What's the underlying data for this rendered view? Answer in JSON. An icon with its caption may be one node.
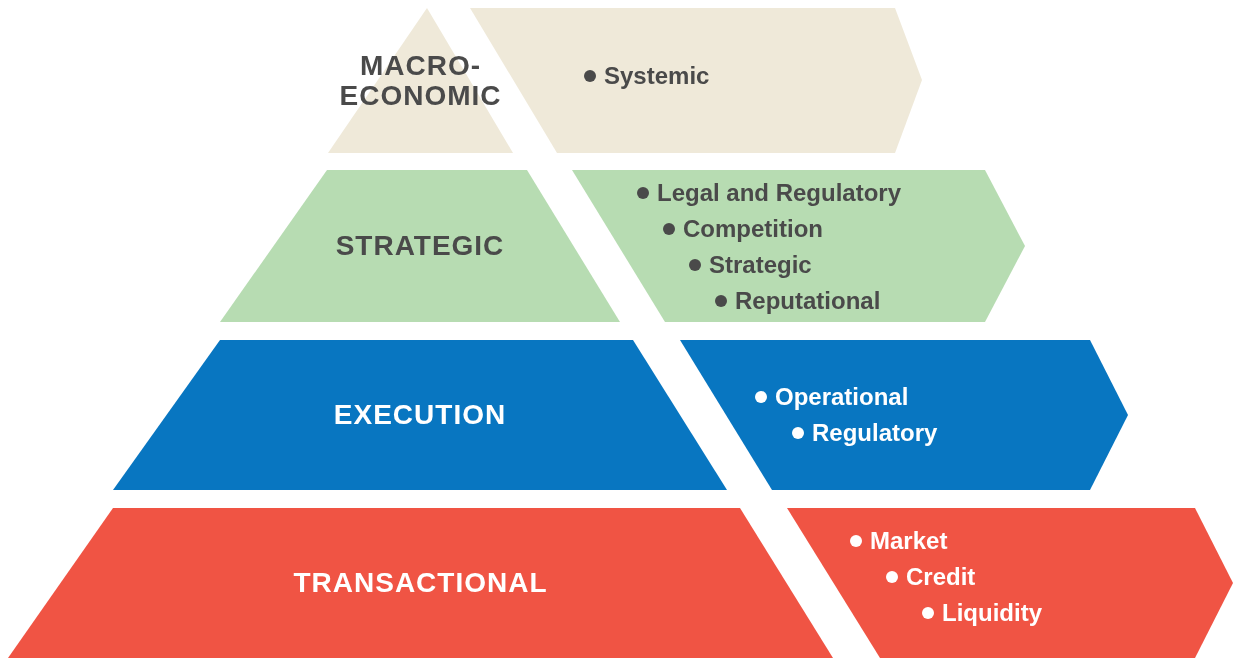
{
  "diagram": {
    "nodes": [
      {
        "text": [
          "MACRO- ECONOMIC"
        ]
      },
      {
        "text": [
          "Systemic"
        ]
      },
      {
        "text": [
          "STRATEGIC"
        ]
      },
      {
        "text": [
          "Legal and Regulatory",
          "Competition",
          "Strategic",
          "Reputational"
        ]
      },
      {
        "text": [
          "EXECUTION"
        ]
      },
      {
        "text": [
          "Operational",
          "Regulatory"
        ]
      },
      {
        "text": [
          "TRANSACTIONAL"
        ]
      },
      {
        "text": [
          "Market",
          "Credit",
          "Liquidity"
        ]
      }
    ]
  }
}
